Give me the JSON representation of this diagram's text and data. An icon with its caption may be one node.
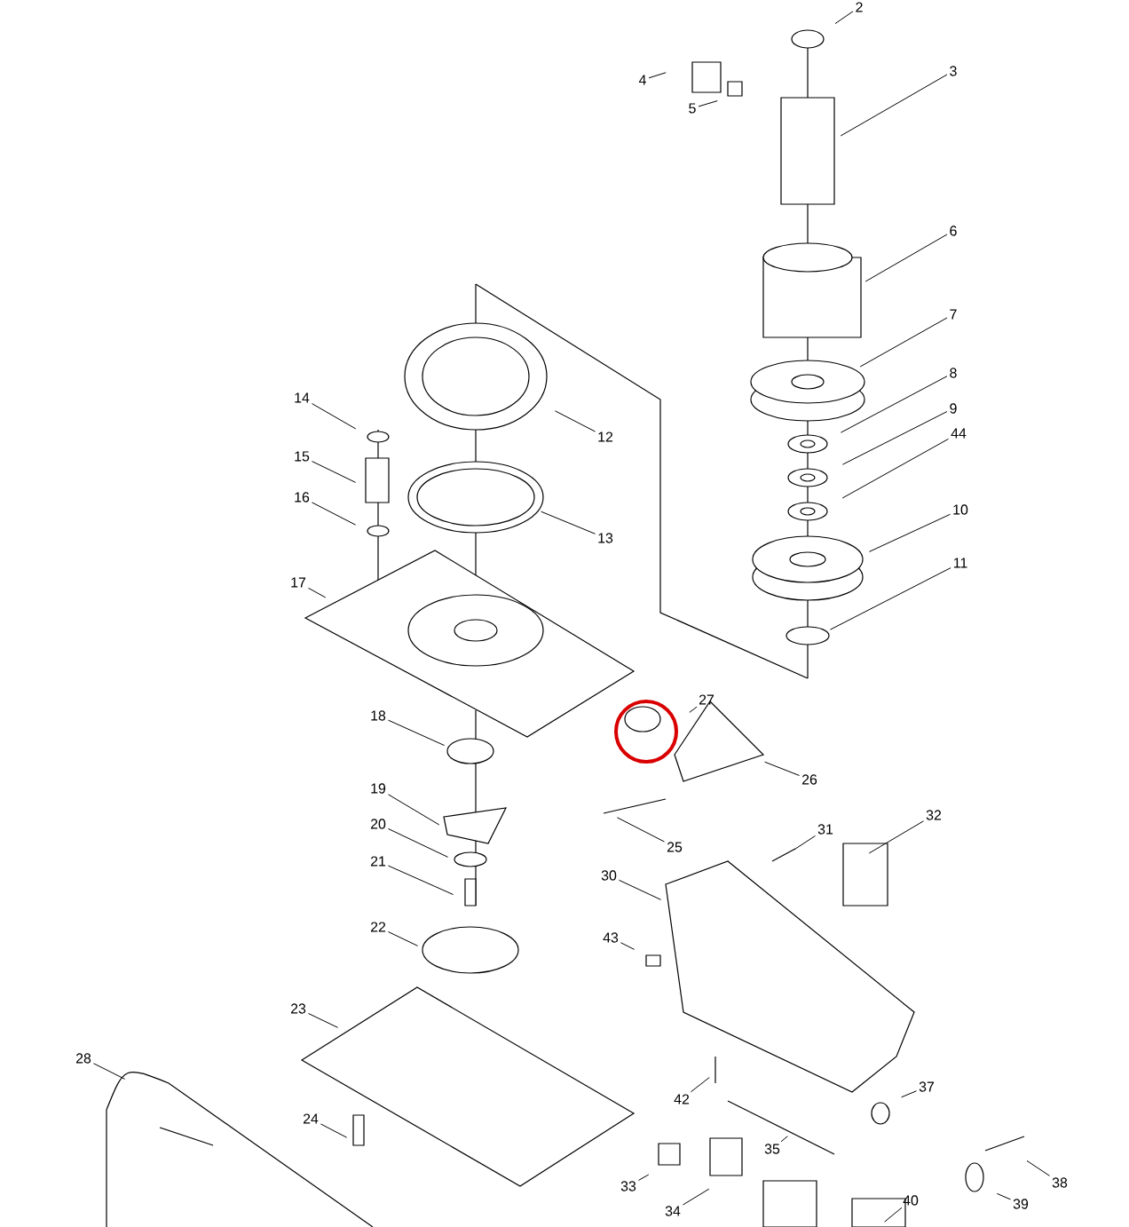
{
  "diagram": {
    "nodes": [
      {
        "text": [
          "2"
        ]
      },
      {
        "text": [
          "4"
        ]
      },
      {
        "text": [
          "3"
        ]
      },
      {
        "text": [
          "5"
        ]
      },
      {
        "text": [
          "6"
        ]
      },
      {
        "text": [
          "7"
        ]
      },
      {
        "text": [
          "8"
        ]
      },
      {
        "text": [
          "9"
        ]
      },
      {
        "text": [
          "44"
        ]
      },
      {
        "text": [
          "14"
        ]
      },
      {
        "text": [
          "12"
        ]
      },
      {
        "text": [
          "15"
        ]
      },
      {
        "text": [
          "16"
        ]
      },
      {
        "text": [
          "10"
        ]
      },
      {
        "text": [
          "13"
        ]
      },
      {
        "text": [
          "17"
        ]
      },
      {
        "text": [
          "11"
        ]
      },
      {
        "text": [
          "27"
        ]
      },
      {
        "text": [
          "18"
        ]
      },
      {
        "text": [
          "26"
        ]
      },
      {
        "text": [
          "19"
        ]
      },
      {
        "text": [
          "25"
        ]
      },
      {
        "text": [
          "20"
        ]
      },
      {
        "text": [
          "31"
        ]
      },
      {
        "text": [
          "32"
        ]
      },
      {
        "text": [
          "21"
        ]
      },
      {
        "text": [
          "30"
        ]
      },
      {
        "text": [
          "22"
        ]
      },
      {
        "text": [
          "43"
        ]
      },
      {
        "text": [
          "23"
        ]
      },
      {
        "text": [
          "28"
        ]
      },
      {
        "text": [
          "42"
        ]
      },
      {
        "text": [
          "37"
        ]
      },
      {
        "text": [
          "24"
        ]
      },
      {
        "text": [
          "35"
        ]
      },
      {
        "text": [
          "33"
        ]
      },
      {
        "text": [
          "38"
        ]
      },
      {
        "text": [
          "40"
        ]
      },
      {
        "text": [
          "39"
        ]
      },
      {
        "text": [
          "34"
        ]
      }
    ],
    "edges": [
      {
        "from": 0,
        "to": null,
        "arrow": "none"
      },
      {
        "from": 1,
        "to": null,
        "arrow": "none"
      },
      {
        "from": 2,
        "to": null,
        "arrow": "none"
      },
      {
        "from": 3,
        "to": null,
        "arrow": "none"
      },
      {
        "from": 4,
        "to": null,
        "arrow": "none"
      },
      {
        "from": 5,
        "to": null,
        "arrow": "none"
      },
      {
        "from": 6,
        "to": null,
        "arrow": "none"
      },
      {
        "from": 7,
        "to": null,
        "arrow": "none"
      },
      {
        "from": 8,
        "to": null,
        "arrow": "none"
      },
      {
        "from": 9,
        "to": null,
        "arrow": "none"
      },
      {
        "from": 10,
        "to": null,
        "arrow": "none"
      },
      {
        "from": 11,
        "to": null,
        "arrow": "none"
      },
      {
        "from": 12,
        "to": null,
        "arrow": "none"
      },
      {
        "from": 13,
        "to": null,
        "arrow": "none"
      },
      {
        "from": 14,
        "to": null,
        "arrow": "none"
      },
      {
        "from": 15,
        "to": null,
        "arrow": "none"
      },
      {
        "from": 16,
        "to": null,
        "arrow": "none"
      },
      {
        "from": 17,
        "to": null,
        "arrow": "none"
      },
      {
        "from": 18,
        "to": null,
        "arrow": "none"
      },
      {
        "from": 19,
        "to": null,
        "arrow": "none"
      },
      {
        "from": 20,
        "to": null,
        "arrow": "none"
      },
      {
        "from": 21,
        "to": null,
        "arrow": "none"
      },
      {
        "from": 22,
        "to": null,
        "arrow": "none"
      },
      {
        "from": 23,
        "to": null,
        "arrow": "none"
      },
      {
        "from": 24,
        "to": null,
        "arrow": "none"
      },
      {
        "from": 25,
        "to": null,
        "arrow": "none"
      },
      {
        "from": 26,
        "to": null,
        "arrow": "none"
      },
      {
        "from": 27,
        "to": null,
        "arrow": "none"
      },
      {
        "from": 28,
        "to": null,
        "arrow": "none"
      },
      {
        "from": 29,
        "to": null,
        "arrow": "none"
      },
      {
        "from": 30,
        "to": null,
        "arrow": "none"
      },
      {
        "from": 31,
        "to": null,
        "arrow": "none"
      },
      {
        "from": 32,
        "to": null,
        "arrow": "none"
      },
      {
        "from": 33,
        "to": null,
        "arrow": "none"
      },
      {
        "from": 34,
        "to": null,
        "arrow": "none"
      },
      {
        "from": 35,
        "to": null,
        "arrow": "none"
      },
      {
        "from": 36,
        "to": null,
        "arrow": "none"
      },
      {
        "from": 37,
        "to": null,
        "arrow": "none"
      },
      {
        "from": 38,
        "to": null,
        "arrow": "none"
      },
      {
        "from": 39,
        "to": null,
        "arrow": "none"
      }
    ]
  }
}
